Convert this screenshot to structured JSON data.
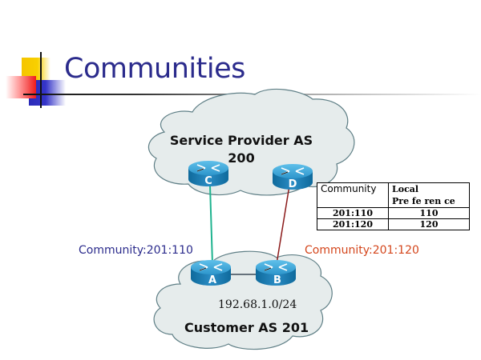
{
  "slide": {
    "title": "Communities"
  },
  "diagram": {
    "provider_cloud": {
      "line1": "Service Provider  AS",
      "line2": "200"
    },
    "customer_cloud": {
      "prefix": "192.68.1.0/24",
      "label": "Customer AS 201"
    },
    "routers": [
      {
        "id": "C",
        "label": "C"
      },
      {
        "id": "D",
        "label": "D"
      },
      {
        "id": "A",
        "label": "A"
      },
      {
        "id": "B",
        "label": "B"
      }
    ],
    "links": [
      {
        "from": "C",
        "to": "A",
        "color": "#1fb38f"
      },
      {
        "from": "D",
        "to": "B",
        "color": "#8b1a1a"
      },
      {
        "from": "A",
        "to": "B",
        "color": "#1a2a3a"
      }
    ],
    "community_left": {
      "text": "Community:201:110",
      "color": "#2b2b8c"
    },
    "community_right": {
      "text": "Community:201:120",
      "color": "#d4461c"
    }
  },
  "pref_table": {
    "headers": [
      "Community",
      "Local Preference"
    ],
    "header_line1": "Local",
    "header_line2": "Pre fe ren ce",
    "rows": [
      {
        "community": "201:110",
        "local_pref": "110"
      },
      {
        "community": "201:120",
        "local_pref": "120"
      }
    ]
  },
  "colors": {
    "title": "#2b2b8c",
    "cloud_fill": "#e6ecec",
    "cloud_stroke": "#5f7f86",
    "router_top": "#3aa6d8",
    "router_side": "#1e7fb4"
  }
}
